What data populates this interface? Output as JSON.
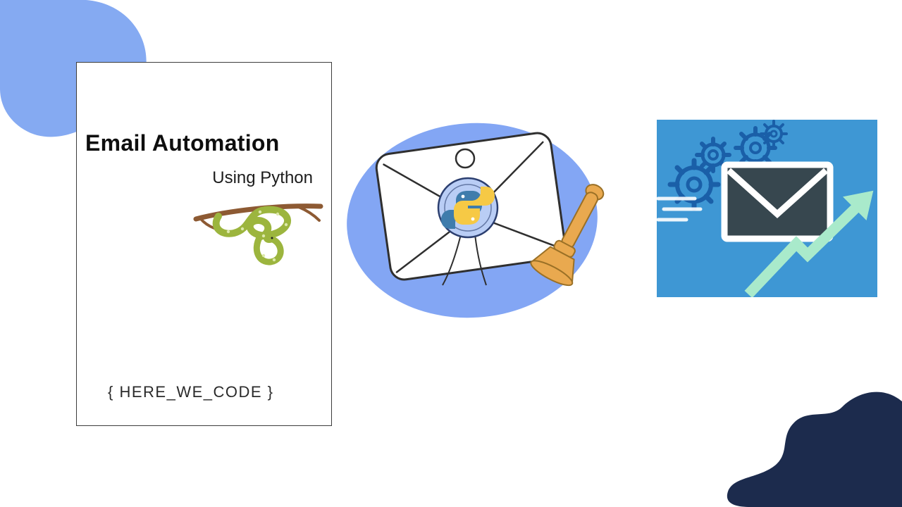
{
  "card": {
    "title": "Email Automation",
    "subtitle": "Using Python",
    "brand": "{ HERE_WE_CODE }"
  },
  "colors": {
    "background": "#ffffff",
    "blob_light_blue": "#85aaf2",
    "blob_navy": "#1c2b4d",
    "center_blob": "#83a6f4",
    "panel_blue": "#3e97d4",
    "gear_outline": "#1a5fa8",
    "envelope_dark": "#37474f",
    "arrow_mint": "#a9eacb",
    "stamp_orange": "#e9a94f",
    "stamp_outline": "#9a7026",
    "seal_blue": "#b9cdf5",
    "seal_outline": "#2c3f70",
    "python_blue": "#3f7cac",
    "python_yellow": "#f6c945",
    "snake_green": "#9cb53e",
    "snake_spot": "#dde9ab",
    "branch_brown": "#8d5a33",
    "ink_outline": "#2f2f2f"
  },
  "icons": {
    "snake": "python-snake-on-branch",
    "sealed_envelope": "wax-sealed-python-envelope",
    "gear": "gear-icon",
    "email": "email-icon",
    "growth_arrow": "growth-arrow-icon"
  }
}
